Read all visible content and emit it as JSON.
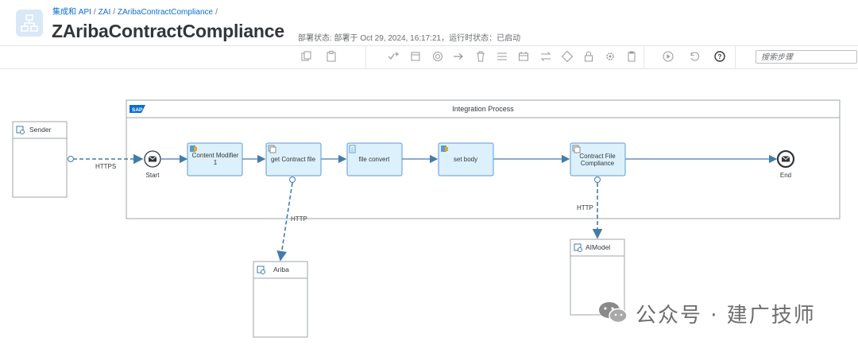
{
  "breadcrumb": {
    "item1": "集成和 API",
    "item2": "ZAI",
    "item3": "ZAribaContractCompliance",
    "trailing_sep": "/"
  },
  "page_title": "ZAribaContractCompliance",
  "status_line": "部署状态: 部署于 Oct 29, 2024, 16:17:21，运行时状态：已启动",
  "search": {
    "placeholder": "搜索步骤"
  },
  "toolbar_icons": [
    "copy-icon",
    "paste-icon",
    "add-steps-icon",
    "container-icon",
    "gateway-icon",
    "arrow-right-icon",
    "delete-icon",
    "align-icon",
    "message-icon",
    "swap-icon",
    "router-icon",
    "lock-icon",
    "settings-icon",
    "clipboard-icon",
    "play-icon",
    "undo-icon",
    "help-icon"
  ],
  "integration_process": {
    "logo": "SAP",
    "title": "Integration Process"
  },
  "participants": {
    "sender": "Sender",
    "ariba": "Ariba",
    "aimodel": "AIModel"
  },
  "events": {
    "start": "Start",
    "end": "End"
  },
  "steps": {
    "content_modifier": "Content Modifier 1",
    "get_contract_file": "get Contract file",
    "file_convert": "file convert",
    "set_body": "set body",
    "contract_file_compliance": "Contract File Compliance"
  },
  "connections": {
    "sender_adapter": "HTTPS",
    "ariba_adapter": "HTTP",
    "aimodel_adapter": "HTTP"
  },
  "watermark": {
    "text": "公众号 · 建广技师"
  },
  "colors": {
    "link": "#0a6ed1",
    "step_fill": "#dcf1fb",
    "step_border": "#5b9bd5",
    "flow": "#427cac"
  }
}
